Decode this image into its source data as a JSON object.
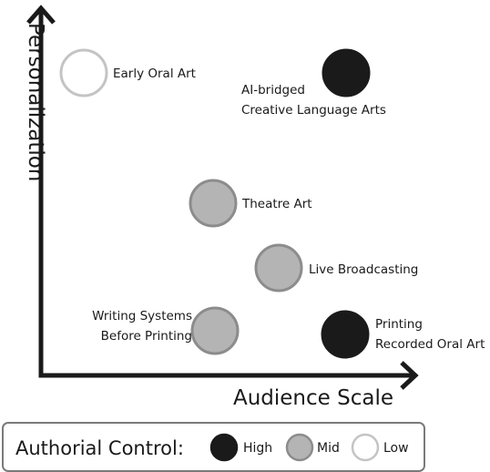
{
  "axes": {
    "y_label": "Personalization",
    "x_label": "Audience Scale"
  },
  "levels": {
    "high": {
      "name": "High",
      "fill": "#1a1a1a",
      "stroke": "#1a1a1a"
    },
    "mid": {
      "name": "Mid",
      "fill": "#b4b4b4",
      "stroke": "#8c8c8c"
    },
    "low": {
      "name": "Low",
      "fill": "#ffffff",
      "stroke": "#c4c4c4"
    }
  },
  "items": [
    {
      "id": "early-oral-art",
      "lines": [
        "Early Oral Art"
      ],
      "level": "low"
    },
    {
      "id": "ai-bridged",
      "lines": [
        "AI-bridged",
        "Creative Language Arts"
      ],
      "level": "high"
    },
    {
      "id": "theatre-art",
      "lines": [
        "Theatre Art"
      ],
      "level": "mid"
    },
    {
      "id": "live-broadcasting",
      "lines": [
        "Live Broadcasting"
      ],
      "level": "mid"
    },
    {
      "id": "writing-systems",
      "lines": [
        "Writing Systems",
        "Before Printing"
      ],
      "level": "mid"
    },
    {
      "id": "printing",
      "lines": [
        "Printing",
        "Recorded Oral Art"
      ],
      "level": "high"
    }
  ],
  "legend": {
    "title": "Authorial Control:",
    "order": [
      "high",
      "mid",
      "low"
    ]
  }
}
